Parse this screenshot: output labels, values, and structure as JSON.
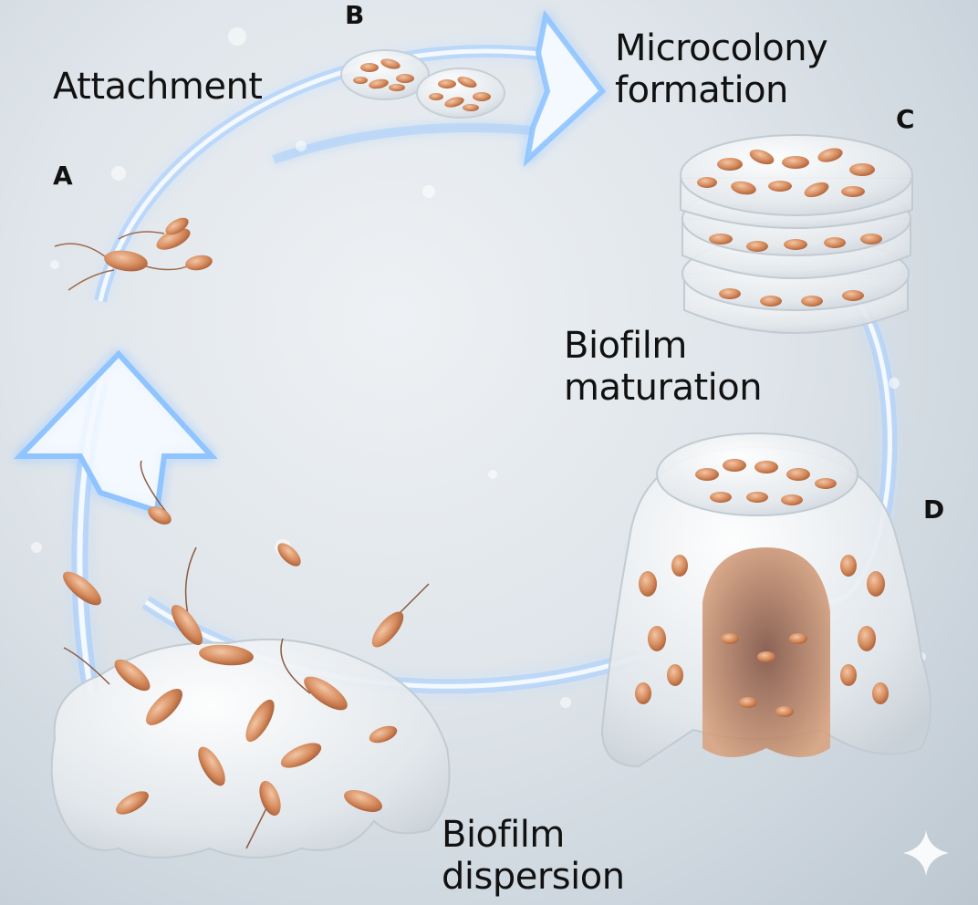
{
  "stages": [
    {
      "letter": "A",
      "lines": [
        "Attachment"
      ]
    },
    {
      "letter": "B",
      "lines": [
        "Microcolony",
        "formation"
      ]
    },
    {
      "letter": "C",
      "lines": [
        "Biofilm",
        "maturation"
      ]
    },
    {
      "letter": "D",
      "lines": [
        "Biofilm",
        "dispersion"
      ]
    }
  ],
  "colors": {
    "arrow_glow": "#8fc4ff",
    "arrow_core": "#f4f9ff",
    "bacteria": "#d58a5c",
    "biofilm": "#e9edf0"
  },
  "icons": [
    "sparkle-icon"
  ]
}
